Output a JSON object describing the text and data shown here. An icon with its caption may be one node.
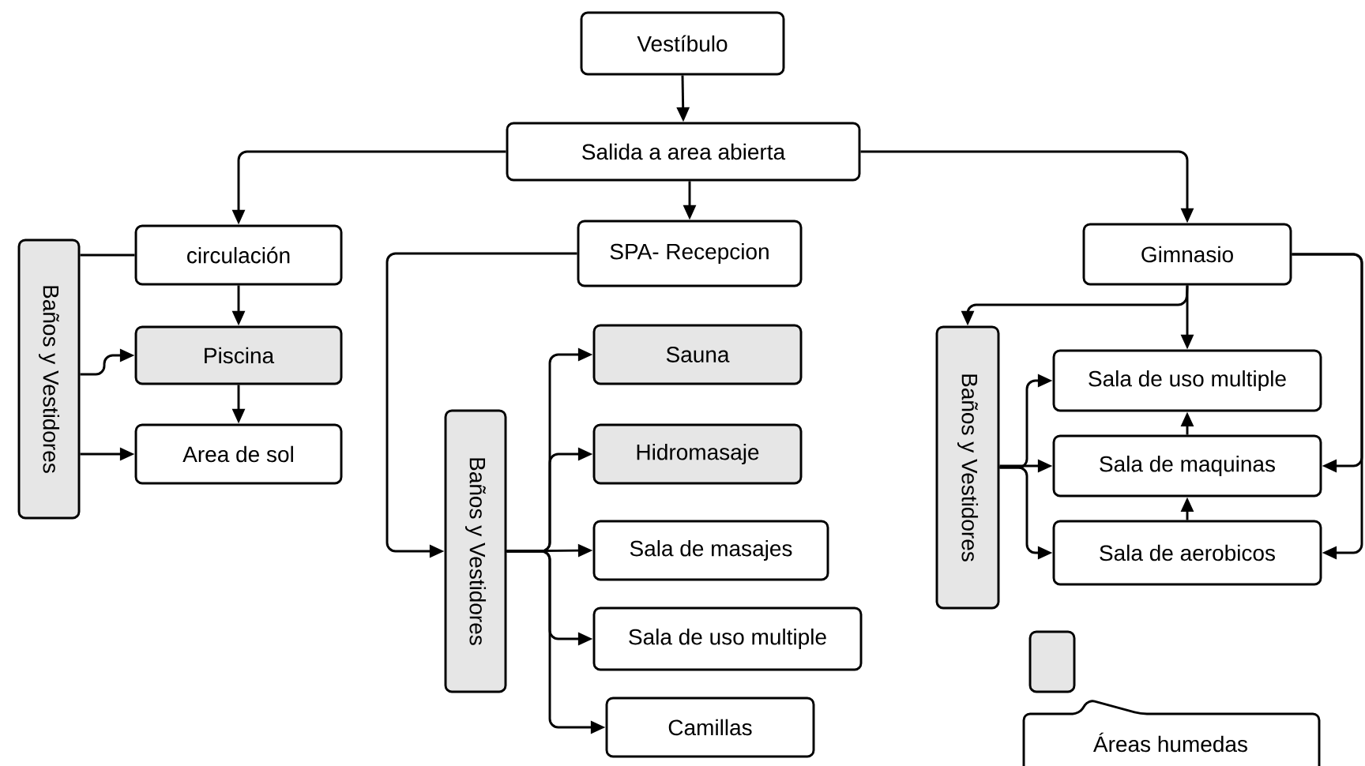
{
  "diagram": {
    "nodes": [
      {
        "text": [
          "Vestíbulo"
        ]
      },
      {
        "text": [
          "Salida a area abierta"
        ]
      },
      {
        "text": [
          "circulación"
        ]
      },
      {
        "text": [
          "Baños y Vestidores"
        ]
      },
      {
        "text": [
          "Piscina"
        ]
      },
      {
        "text": [
          "Area de sol"
        ]
      },
      {
        "text": [
          "SPA- Recepcion"
        ]
      },
      {
        "text": [
          "Baños y Vestidores"
        ]
      },
      {
        "text": [
          "Sauna"
        ]
      },
      {
        "text": [
          "Hidromasaje"
        ]
      },
      {
        "text": [
          "Sala de masajes"
        ]
      },
      {
        "text": [
          "Sala de uso  multiple"
        ]
      },
      {
        "text": [
          "Camillas"
        ]
      },
      {
        "text": [
          "Gimnasio"
        ]
      },
      {
        "text": [
          "Baños y Vestidores"
        ]
      },
      {
        "text": [
          "Sala de uso  multiple"
        ]
      },
      {
        "text": [
          "Sala de maquinas"
        ]
      },
      {
        "text": [
          "Sala de aerobicos"
        ]
      }
    ],
    "edges": [
      {
        "from": 0,
        "to": 1,
        "arrow": "to"
      },
      {
        "from": 1,
        "to": 2,
        "arrow": "to"
      },
      {
        "from": 1,
        "to": 6,
        "arrow": "to"
      },
      {
        "from": 1,
        "to": 13,
        "arrow": "to"
      },
      {
        "from": 3,
        "to": 2,
        "arrow": "none"
      },
      {
        "from": 2,
        "to": 4,
        "arrow": "to"
      },
      {
        "from": 3,
        "to": 4,
        "arrow": "to"
      },
      {
        "from": 3,
        "to": 5,
        "arrow": "to"
      },
      {
        "from": 4,
        "to": 5,
        "arrow": "to"
      },
      {
        "from": 6,
        "to": 7,
        "arrow": "to"
      },
      {
        "from": 7,
        "to": 8,
        "arrow": "to"
      },
      {
        "from": 7,
        "to": 9,
        "arrow": "to"
      },
      {
        "from": 7,
        "to": 10,
        "arrow": "to"
      },
      {
        "from": 7,
        "to": 11,
        "arrow": "to"
      },
      {
        "from": 7,
        "to": 12,
        "arrow": "to"
      },
      {
        "from": 13,
        "to": 14,
        "arrow": "to"
      },
      {
        "from": 13,
        "to": 15,
        "arrow": "to"
      },
      {
        "from": 14,
        "to": 15,
        "arrow": "to"
      },
      {
        "from": 14,
        "to": 16,
        "arrow": "to"
      },
      {
        "from": 14,
        "to": 17,
        "arrow": "to"
      },
      {
        "from": 16,
        "to": 15,
        "arrow": "to"
      },
      {
        "from": 17,
        "to": 16,
        "arrow": "to"
      },
      {
        "from": 13,
        "to": 16,
        "arrow": "to"
      },
      {
        "from": 13,
        "to": 17,
        "arrow": "to"
      }
    ],
    "legend": [
      {
        "text": "Áreas humedas",
        "color": "#e6e6e6"
      }
    ]
  }
}
